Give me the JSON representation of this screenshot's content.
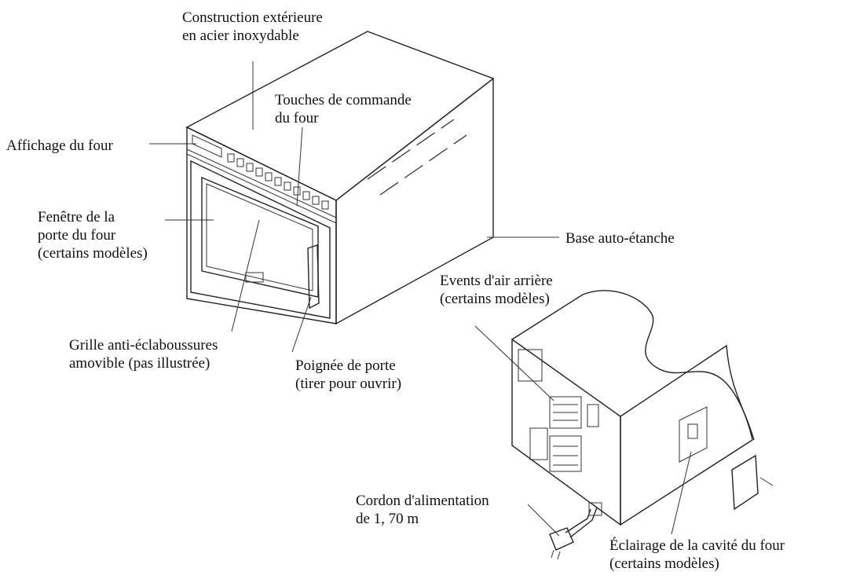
{
  "labels": {
    "construction": [
      "Construction extérieure",
      "en acier inoxydable"
    ],
    "touches": [
      "Touches de commande",
      "du four"
    ],
    "affichage": [
      "Affichage du four"
    ],
    "fenetre": [
      "Fenêtre de la",
      "porte du four",
      "(certains modèles)"
    ],
    "base": [
      "Base auto-étanche"
    ],
    "events": [
      "Events d'air arrière",
      "(certains modèles)"
    ],
    "grille": [
      "Grille anti-éclaboussures",
      "amovible (pas illustrée)"
    ],
    "poignee": [
      "Poignée de porte",
      "(tirer pour ouvrir)"
    ],
    "cordon": [
      "Cordon d'alimentation",
      "de 1, 70 m"
    ],
    "eclairage": [
      "Éclairage de la cavité du four",
      "(certains modèles)"
    ]
  }
}
